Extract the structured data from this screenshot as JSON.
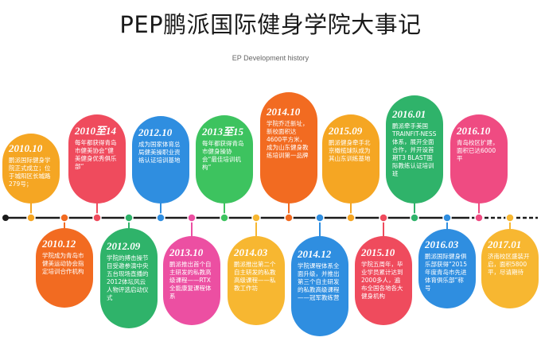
{
  "title": "PEP鹏派国际健身学院大事记",
  "subtitle": "EP Development history",
  "events": [
    {
      "year": "2010.10",
      "text": "鹏派国际健身学院正式成立；位于城阳区长城路279号；",
      "color": "#f5a623"
    },
    {
      "year": "2010.12",
      "text": "学院成为青岛市健美运动协会指定培训合作机构",
      "color": "#f26b21"
    },
    {
      "year": "2010至14",
      "text": "每年都获得青岛市健美协会“健美健身优秀俱乐部”",
      "color": "#ef4b5d"
    },
    {
      "year": "2012.09",
      "text": "学院的搏击操节目受邀参演中央五台现场直播的2012体坛风云人物评选启动仪式",
      "color": "#2fb36a"
    },
    {
      "year": "2012.10",
      "text": "成为国家体育总局健美操职业资格认证培训基地",
      "color": "#2f8ee0"
    },
    {
      "year": "2013.10",
      "text": "鹏派推出首个自主研发的私教高级课程——RTX全能康复课程体系",
      "color": "#ec4fa2"
    },
    {
      "year": "2013至15",
      "text": "每年都获得青岛市健身操协会“最佳培训机构”",
      "color": "#3dc35f"
    },
    {
      "year": "2014.03",
      "text": "鹏派推出第二个自主研发的私教高级课程——私教工作坊",
      "color": "#f7b731"
    },
    {
      "year": "2014.10",
      "text": "学院乔迁新址，新校面积达4600平方米，成为山东健身教练培训第一品牌",
      "color": "#f26b21"
    },
    {
      "year": "2014.12",
      "text": "学院课程体系全面升级，并推出第三个自主研发的私教高级课程——冠军教练营",
      "color": "#2f8ee0"
    },
    {
      "year": "2015.09",
      "text": "鹏派健身牵手北京橄榄球队成为其山东训练基地",
      "color": "#f5a623"
    },
    {
      "year": "2015.10",
      "text": "学院五周年，毕业学员累计达到2000多人，遍布全国各地各大健身机构",
      "color": "#ef4b5d"
    },
    {
      "year": "2016.01",
      "text": "鹏派牵手美国TRAINFIT-NESS体系，展开全面合作，并开设首期T3 BLAST国际教练认证培训班",
      "color": "#2fb36a"
    },
    {
      "year": "2016.03",
      "text": "鹏派国际健身俱乐部获得“2015年度青岛市先进体育俱乐部”称号",
      "color": "#2f8ee0"
    },
    {
      "year": "2016.10",
      "text": "青岛校区扩建，面积已达6000平",
      "color": "#ef4b82"
    },
    {
      "year": "2017.01",
      "text": "济南校区盛装开启，面积5800平，尽请期待",
      "color": "#f7b731"
    }
  ]
}
